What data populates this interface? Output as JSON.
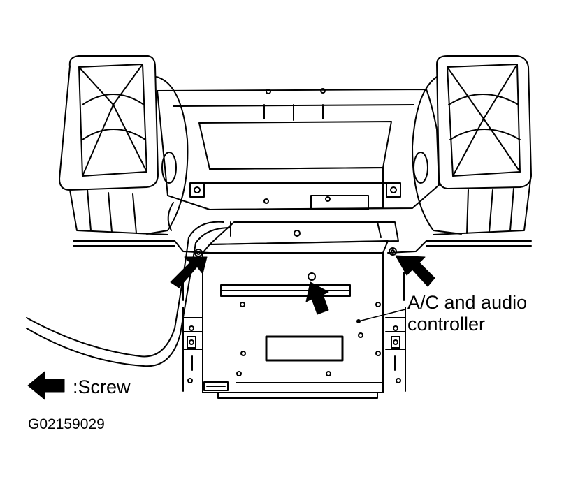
{
  "callout": {
    "line1": "A/C and audio",
    "line2": "controller"
  },
  "legend": {
    "icon": "arrow-left-icon",
    "text": ":Screw"
  },
  "figure_id": "G02159029",
  "colors": {
    "ink": "#000000",
    "paper": "#ffffff"
  }
}
